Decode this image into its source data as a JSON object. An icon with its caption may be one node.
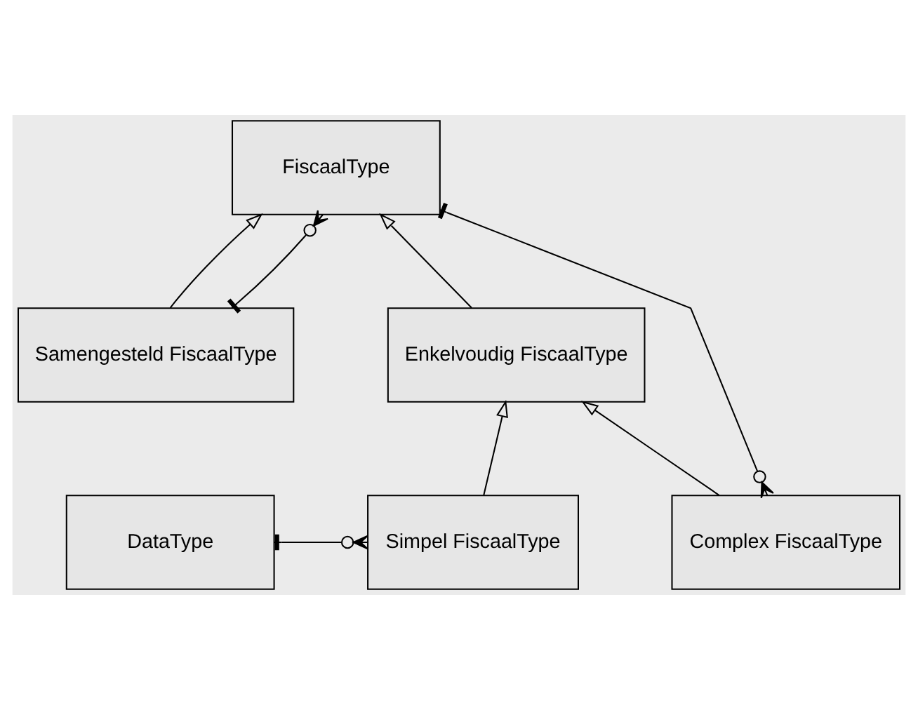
{
  "diagram": {
    "nodes": [
      {
        "text": [
          "FiscaalType"
        ]
      },
      {
        "text": [
          "Samengesteld FiscaalType"
        ]
      },
      {
        "text": [
          "Enkelvoudig FiscaalType"
        ]
      },
      {
        "text": [
          "DataType"
        ]
      },
      {
        "text": [
          "Simpel FiscaalType"
        ]
      },
      {
        "text": [
          "Complex FiscaalType"
        ]
      }
    ],
    "edges": [
      {
        "from": 1,
        "to": 0,
        "arrow": "to"
      },
      {
        "from": 2,
        "to": 0,
        "arrow": "to"
      },
      {
        "from": 4,
        "to": 2,
        "arrow": "to"
      },
      {
        "from": 5,
        "to": 2,
        "arrow": "to"
      },
      {
        "from": 1,
        "to": 0,
        "arrow": "other"
      },
      {
        "from": 0,
        "to": 5,
        "arrow": "other"
      },
      {
        "from": 3,
        "to": 4,
        "arrow": "other"
      }
    ]
  }
}
